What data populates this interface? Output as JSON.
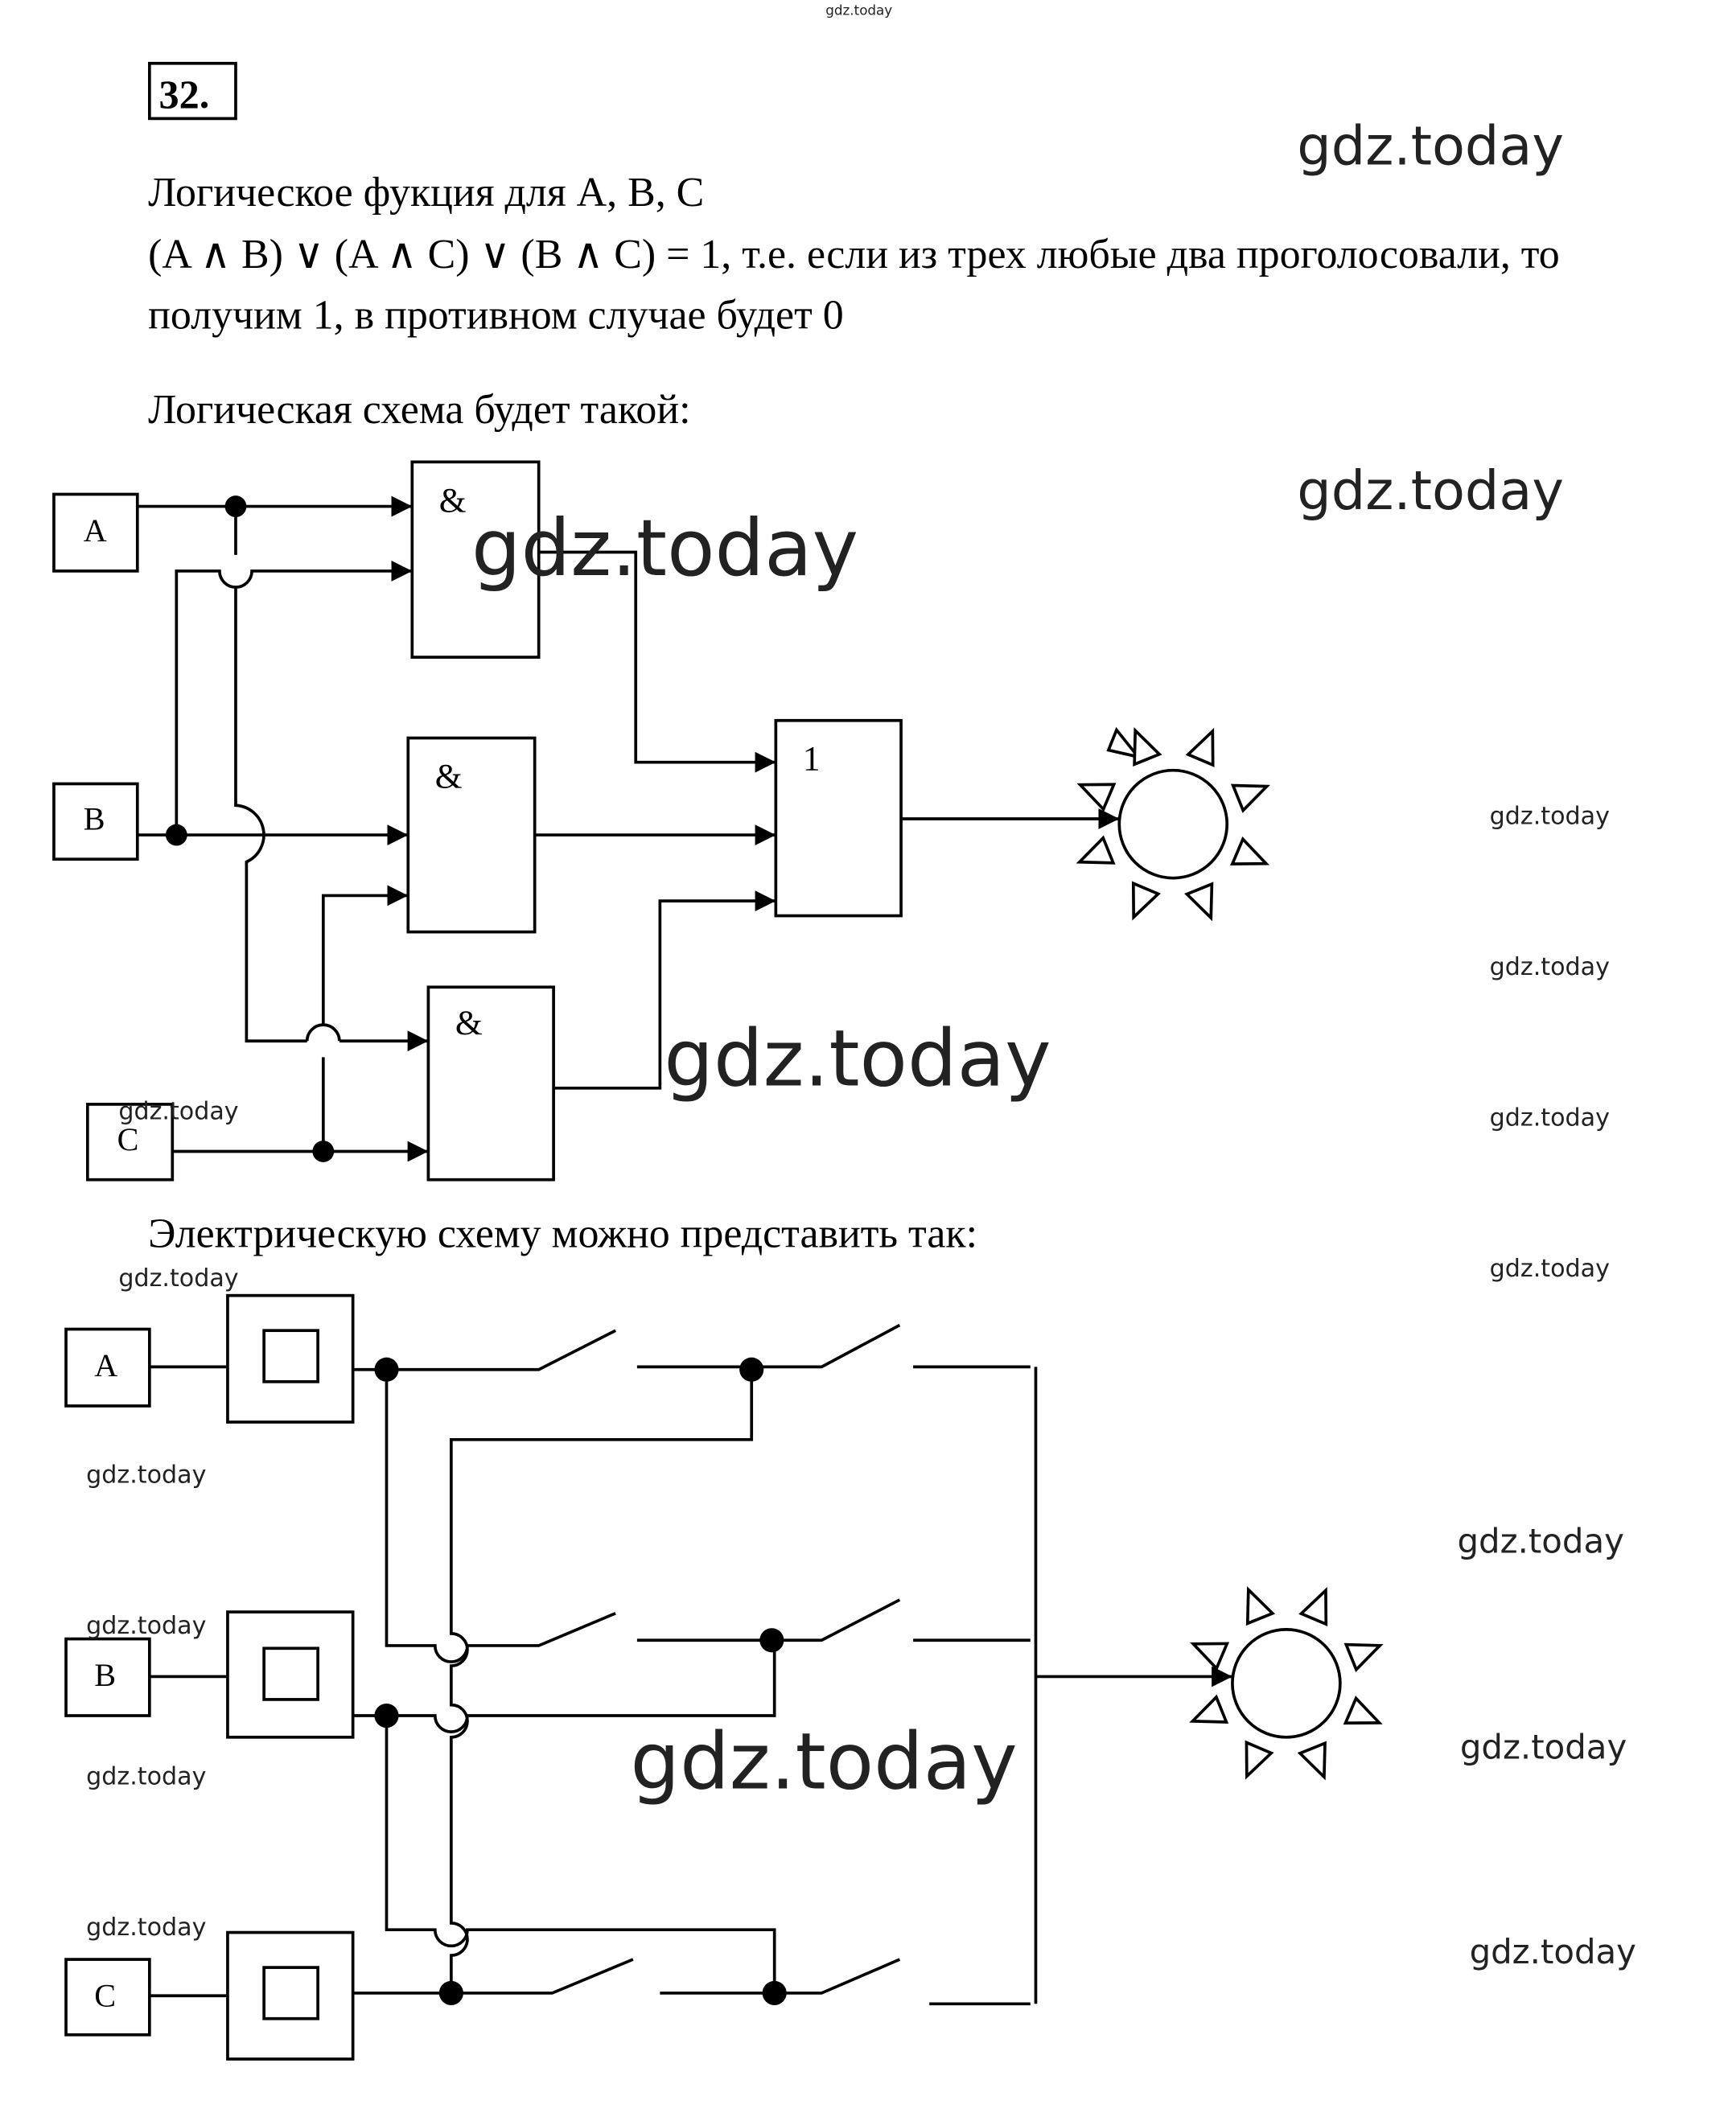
{
  "problem_number": "32.",
  "intro": "Логическое фукция для A, B, C",
  "formula_line1": "(A ∧ B) ∨ (A ∧ C) ∨ (B ∧ C) = 1, т.е. если из трех любые два проголосовали, то",
  "formula_line2": "получим 1, в противном случае будет 0",
  "logic_heading": "Логическая схема будет такой:",
  "electric_heading": "Электрическую схему можно представить так:",
  "logic": {
    "inputs": [
      "A",
      "B",
      "C"
    ],
    "and_gates": [
      "&",
      "&",
      "&"
    ],
    "or_gate": "1"
  },
  "electric": {
    "inputs": [
      "A",
      "B",
      "C"
    ]
  },
  "watermark": "gdz.today"
}
